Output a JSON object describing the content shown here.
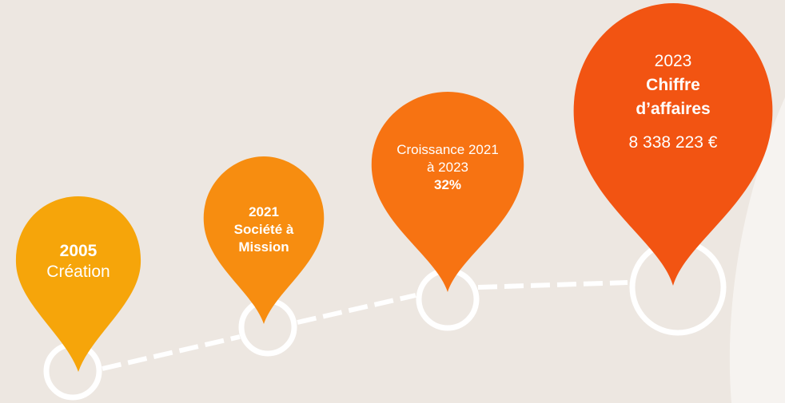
{
  "colors": {
    "background": "#ede7e1",
    "corner": "#f6f3f0",
    "connector": "#ffffff",
    "pin_2005": "#f6a50a",
    "pin_2021": "#f78d10",
    "pin_growth": "#f77312",
    "pin_2023": "#f25412"
  },
  "milestones": [
    {
      "id": "2005",
      "lines": [
        "2005",
        "Création"
      ]
    },
    {
      "id": "2021",
      "lines": [
        "2021",
        "Société à",
        "Mission"
      ]
    },
    {
      "id": "growth",
      "lines": [
        "Croissance 2021",
        "à 2023",
        "32%"
      ]
    },
    {
      "id": "2023",
      "lines": [
        "2023",
        "Chiffre",
        "d’affaires",
        "8 338 223 €"
      ]
    }
  ]
}
